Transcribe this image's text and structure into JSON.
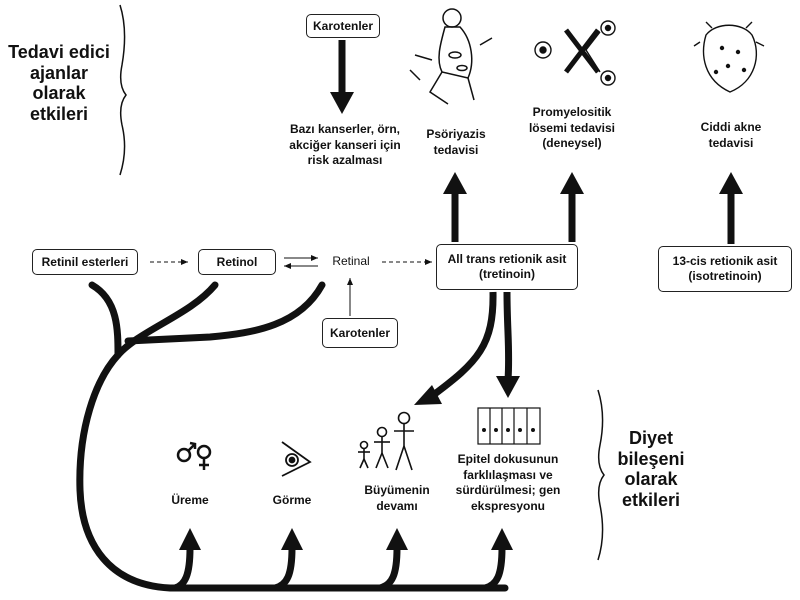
{
  "headers": {
    "therapeutic": "Tedavi edici\najanlar olarak\netkileri",
    "dietary": "Diyet\nbileşeni\nolarak\netkileri"
  },
  "pathway": {
    "retinyl_esters": "Retinil esterleri",
    "retinol": "Retinol",
    "retinal": "Retinal",
    "all_trans": "All trans retionik asit\n(tretinoin)",
    "cis13": "13-cis retionik asit\n(isotretinoin)",
    "carotenes_top": "Karotenler",
    "carotenes_bottom": "Karotenler"
  },
  "therapeutic_effects": {
    "cancer": "Bazı kanserler, örn,\nakciğer kanseri için\nrisk azalması",
    "psoriasis": "Psöriyazis\ntedavisi",
    "leukemia": "Promyelositik\nlösemi tedavisi\n(deneysel)",
    "acne": "Ciddi akne\ntedavisi"
  },
  "dietary_effects": {
    "reproduction": "Üreme",
    "vision": "Görme",
    "growth": "Büyümenin\ndevamı",
    "epithelial": "Epitel dokusunun\nfarklılaşması ve\nsürdürülmesi; gen\nekspresyonu"
  },
  "icons": {
    "reproduction": "male-female-symbols-icon",
    "vision": "eye-icon",
    "growth": "stick-figures-icon",
    "epithelial": "epithelial-cells-icon",
    "psoriasis": "psoriasis-figure-icon",
    "leukemia": "blocked-cell-division-icon",
    "acne": "acne-face-icon"
  },
  "colors": {
    "ink": "#111111",
    "background": "#ffffff"
  }
}
